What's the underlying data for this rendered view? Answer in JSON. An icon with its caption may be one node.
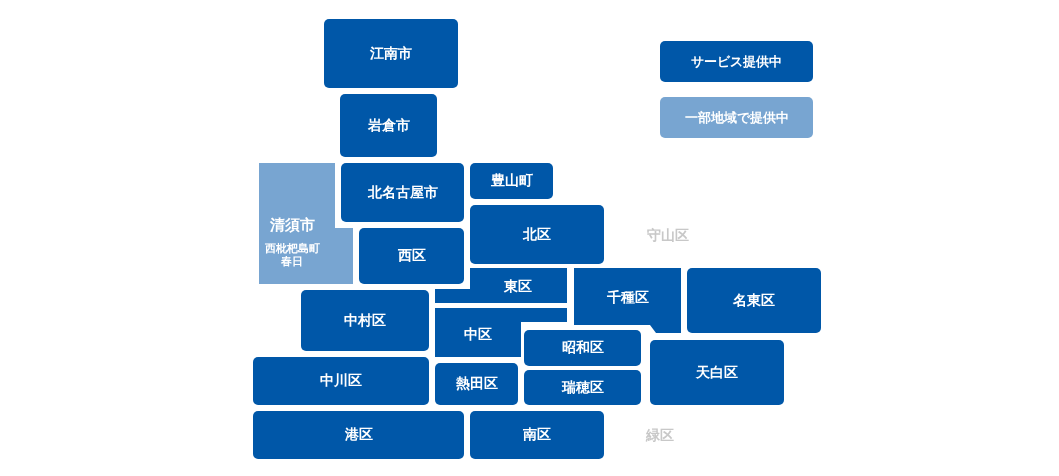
{
  "diagram": {
    "nodes": [
      {
        "text": [
          "江南市"
        ]
      },
      {
        "text": [
          "岩倉市"
        ]
      },
      {
        "text": [
          "清須市",
          "西枇杷島町春日"
        ]
      },
      {
        "text": [
          "北名古屋市"
        ]
      },
      {
        "text": [
          "豊山町"
        ]
      },
      {
        "text": [
          "西区"
        ]
      },
      {
        "text": [
          "北区"
        ]
      },
      {
        "text": [
          "東区"
        ]
      },
      {
        "text": [
          "千種区"
        ]
      },
      {
        "text": [
          "名東区"
        ]
      },
      {
        "text": [
          "中村区"
        ]
      },
      {
        "text": [
          "中区"
        ]
      },
      {
        "text": [
          "昭和区"
        ]
      },
      {
        "text": [
          "天白区"
        ]
      },
      {
        "text": [
          "中川区"
        ]
      },
      {
        "text": [
          "熱田区"
        ]
      },
      {
        "text": [
          "瑞穂区"
        ]
      },
      {
        "text": [
          "港区"
        ]
      },
      {
        "text": [
          "南区"
        ]
      }
    ],
    "labels": [
      "守山区",
      "緑区"
    ],
    "legend": [
      {
        "text": "サービス提供中",
        "color": "#0057a8"
      },
      {
        "text": "一部地域で提供中",
        "color": "#78a5d1"
      }
    ]
  }
}
